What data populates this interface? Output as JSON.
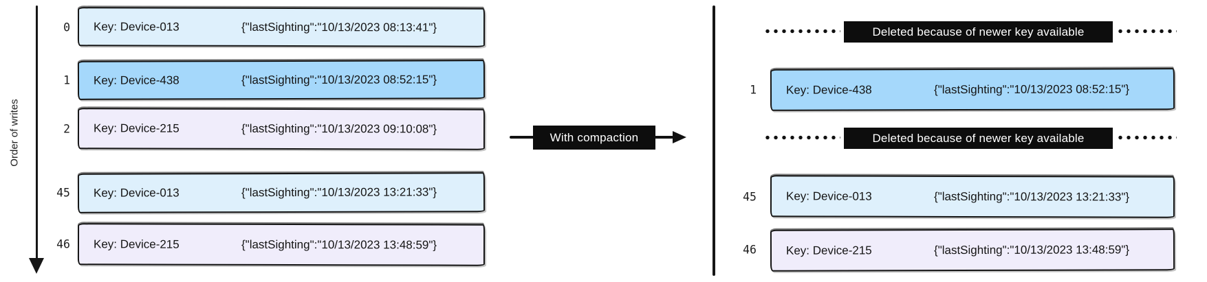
{
  "diagram": {
    "left": {
      "axis_label": "Order of writes",
      "rows": [
        {
          "index": "0",
          "key": "Key: Device-013",
          "value": "{\"lastSighting\":\"10/13/2023 08:13:41\"}",
          "color_name": "lightblue"
        },
        {
          "index": "1",
          "key": "Key: Device-438",
          "value": "{\"lastSighting\":\"10/13/2023 08:52:15\"}",
          "color_name": "blue"
        },
        {
          "index": "2",
          "key": "Key: Device-215",
          "value": "{\"lastSighting\":\"10/13/2023 09:10:08\"}",
          "color_name": "lavender"
        },
        {
          "index": "45",
          "key": "Key: Device-013",
          "value": "{\"lastSighting\":\"10/13/2023 13:21:33\"}",
          "color_name": "lightblue"
        },
        {
          "index": "46",
          "key": "Key: Device-215",
          "value": "{\"lastSighting\":\"10/13/2023 13:48:59\"}",
          "color_name": "lavender"
        }
      ]
    },
    "middle": {
      "arrow_label": "With compaction"
    },
    "right": {
      "rows": [
        {
          "type": "deleted",
          "label": "Deleted because of newer key available"
        },
        {
          "type": "record",
          "index": "1",
          "key": "Key: Device-438",
          "value": "{\"lastSighting\":\"10/13/2023 08:52:15\"}",
          "color_name": "blue"
        },
        {
          "type": "deleted",
          "label": "Deleted because of newer key available"
        },
        {
          "type": "record",
          "index": "45",
          "key": "Key: Device-013",
          "value": "{\"lastSighting\":\"10/13/2023 13:21:33\"}",
          "color_name": "lightblue"
        },
        {
          "type": "record",
          "index": "46",
          "key": "Key: Device-215",
          "value": "{\"lastSighting\":\"10/13/2023 13:48:59\"}",
          "color_name": "lavender"
        }
      ]
    },
    "colors": {
      "record_lightblue": "#def0fc",
      "record_blue": "#a5d8fb",
      "record_lavender": "#f0edfb",
      "label_black": "#0d0d0d",
      "ink": "#151515"
    }
  }
}
